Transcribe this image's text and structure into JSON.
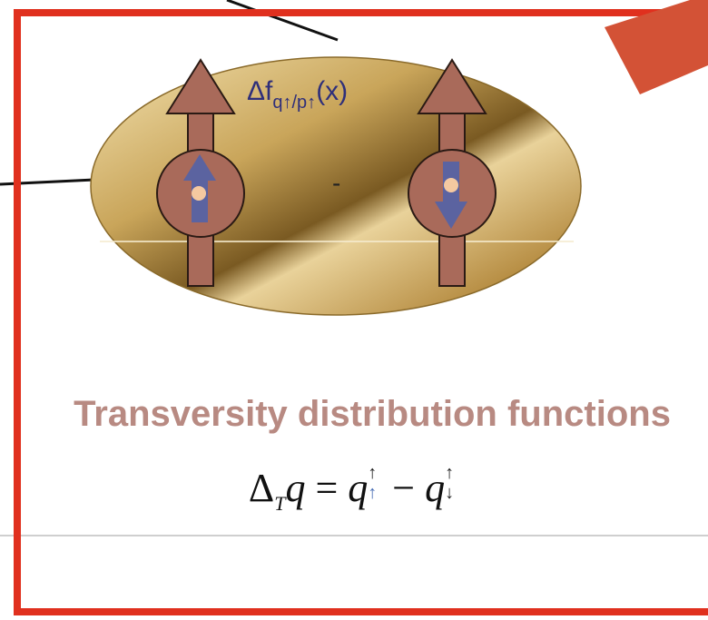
{
  "diagram": {
    "oval_label": {
      "prefix": "Δf",
      "subscript": "q↑/p↑",
      "suffix": "(x)"
    },
    "operator": "-",
    "caption": "Transversity distribution functions",
    "formula": {
      "lhs_delta": "Δ",
      "lhs_sub": "T",
      "lhs_var": "q",
      "equals": " = ",
      "term1_var": "q",
      "term1_sup": "↑",
      "term1_sub": "↑",
      "minus": " − ",
      "term2_var": "q",
      "term2_sup": "↑",
      "term2_sub": "↓"
    }
  },
  "colors": {
    "frame_border": "#e0301e",
    "accent_block": "#d35236",
    "caption": "#b88a82",
    "oval_gold": "#c9a55a",
    "arrow_brown": "#a96a5a",
    "spin_blue": "#5b63a0",
    "core_peach": "#f5c9a0"
  },
  "icons": {
    "left_proton": "proton-spin-up-icon",
    "right_proton": "proton-spin-down-icon"
  }
}
